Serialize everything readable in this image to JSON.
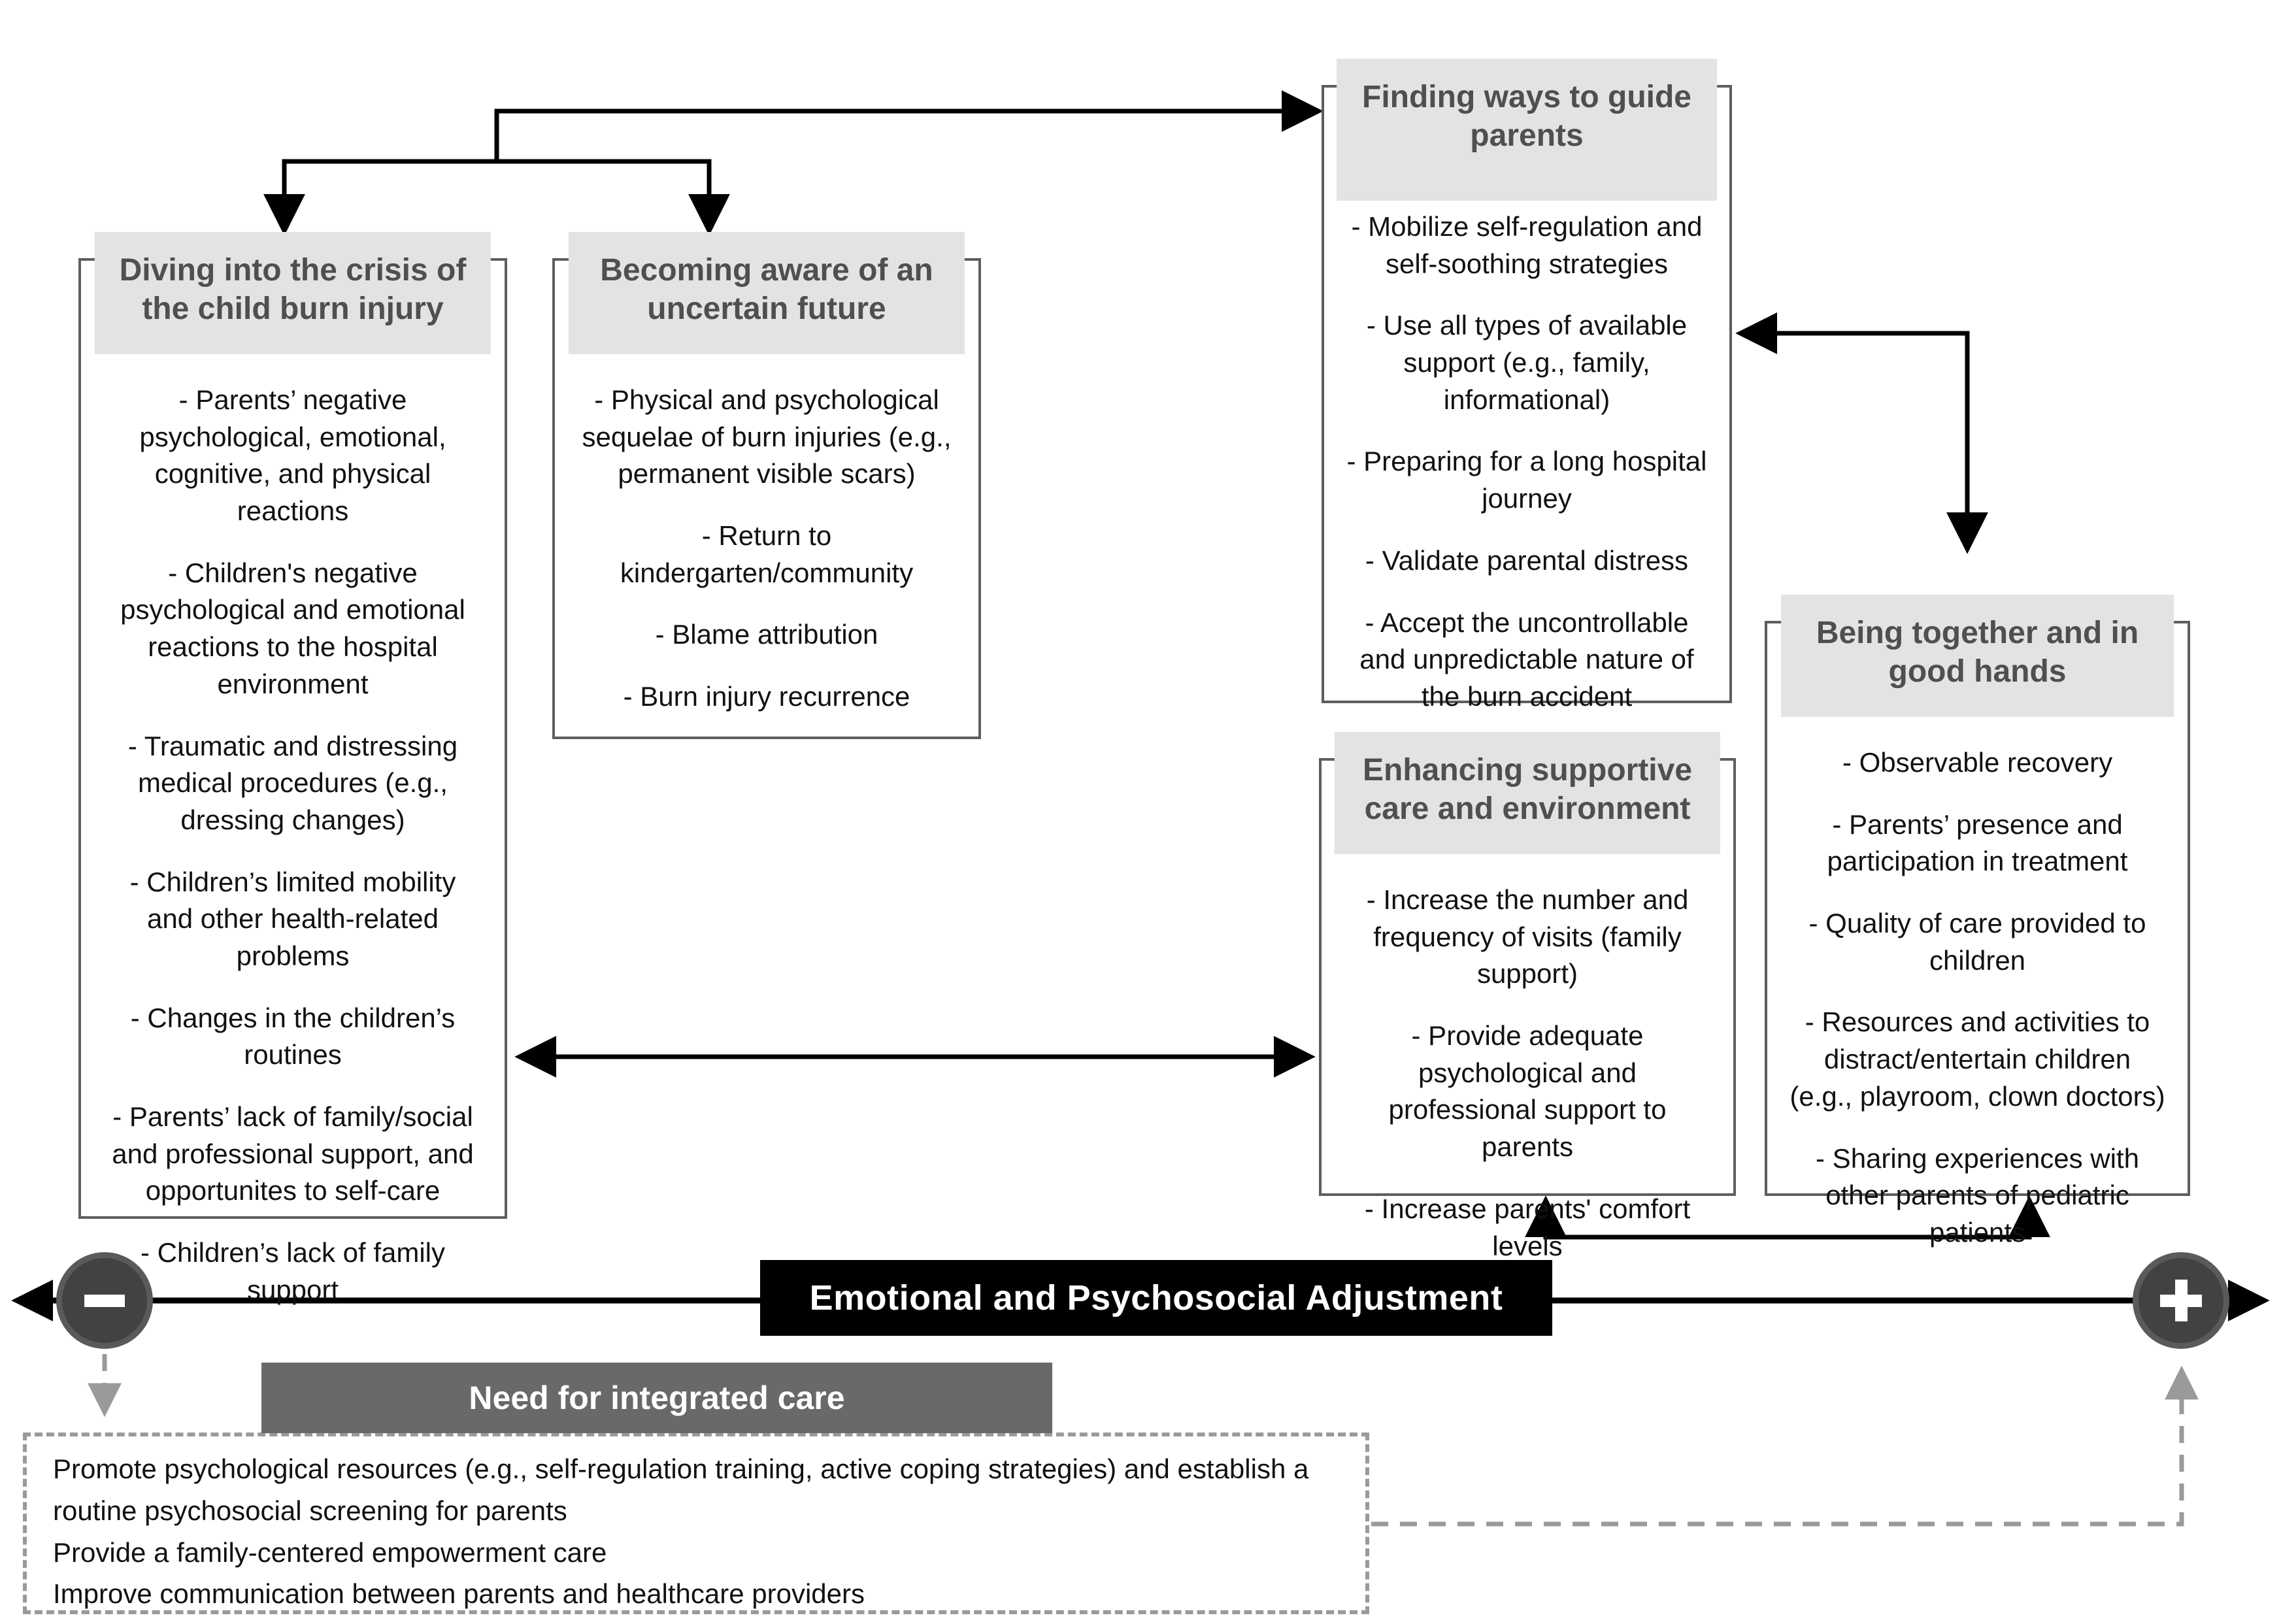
{
  "diagram": {
    "boxes": [
      {
        "id": "diving-crisis",
        "title": "Diving into the crisis of the child burn injury",
        "items": [
          "- Parents’ negative psychological, emotional, cognitive, and physical reactions",
          "- Children's negative psychological and emotional reactions to the hospital environment",
          "- Traumatic and distressing medical procedures (e.g., dressing changes)",
          "- Children’s limited mobility and other health-related problems",
          "- Changes in the children’s routines",
          "- Parents’ lack of family/social and professional support, and opportunites to self-care",
          "- Children’s lack of family support"
        ]
      },
      {
        "id": "uncertain-future",
        "title": "Becoming aware of an uncertain future",
        "items": [
          "- Physical and psychological sequelae of burn injuries (e.g., permanent visible scars)",
          "- Return to kindergarten/community",
          "- Blame attribution",
          "- Burn injury recurrence"
        ]
      },
      {
        "id": "guide-parents",
        "title": "Finding ways to guide parents",
        "items": [
          "- Mobilize self-regulation and self-soothing strategies",
          "- Use all types of available support (e.g., family, informational)",
          "- Preparing for a long hospital journey",
          "- Validate parental distress",
          "- Accept the uncontrollable and unpredictable nature of the burn accident"
        ]
      },
      {
        "id": "supportive-care",
        "title": "Enhancing supportive care and environment",
        "items": [
          "- Increase the number and frequency of visits (family support)",
          "- Provide adequate psychological and professional support to parents",
          "- Increase parents' comfort levels"
        ]
      },
      {
        "id": "being-together",
        "title": "Being together and in good hands",
        "items": [
          "- Observable recovery",
          "- Parents’ presence and participation in treatment",
          "- Quality of care provided to children",
          "- Resources and activities to distract/entertain children (e.g., playroom, clown doctors)",
          "- Sharing experiences with other parents of pediatric patients"
        ]
      }
    ],
    "axis": {
      "label": "Emotional and Psychosocial Adjustment",
      "minus_symbol": "−",
      "plus_symbol": "+"
    },
    "integrated_care": {
      "title": "Need for integrated care",
      "items": [
        "Promote psychological resources (e.g., self-regulation training, active coping strategies) and establish a routine psychosocial screening for parents",
        "Provide a family-centered empowerment care",
        "Improve communication between parents and healthcare providers"
      ]
    },
    "colors": {
      "header_bg": "#e3e3e3",
      "header_text": "#4f4f4f",
      "box_border": "#5e5e5e",
      "body_text": "#111111",
      "axis_label_bg": "#000000",
      "axis_label_text": "#ffffff",
      "integrated_bar_bg": "#696969",
      "integrated_bar_text": "#ffffff",
      "dashed_gray": "#9a9a9a",
      "circle_fill": "#424242",
      "arrow_black": "#000000"
    }
  }
}
